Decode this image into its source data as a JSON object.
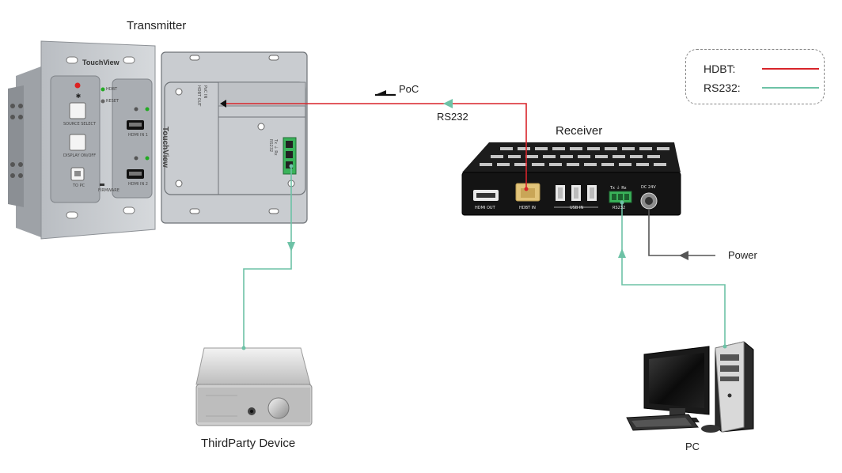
{
  "labels": {
    "transmitter": "Transmitter",
    "receiver": "Receiver",
    "third_party": "ThirdParty Device",
    "pc": "PC",
    "poc": "PoC",
    "rs232_link": "RS232",
    "power": "Power"
  },
  "legend": {
    "hdbt_label": "HDBT:",
    "rs232_label": "RS232:"
  },
  "colors": {
    "hdbt": "#d8242a",
    "rs232": "#6dc2a6",
    "power": "#555555"
  },
  "transmitter_front": {
    "brand": "TouchView",
    "source_select": "SOURCE SELECT",
    "display_onoff": "DISPLAY ON/OFF",
    "to_pc": "TO PC",
    "hdmi_in_1": "HDMI IN 1",
    "hdmi_in_2": "HDMI IN 2",
    "hdbt_led": "HDBT",
    "reset": "RESET",
    "firmware": "FIRMWARE"
  },
  "transmitter_back": {
    "brand": "TouchView",
    "hdbt_out": "HDBT OUT",
    "poc_in": "PoC IN",
    "rs232_terms": "Tx ⏚ Rx",
    "rs232_label": "RS232"
  },
  "receiver_panel": {
    "hdmi_out": "HDMI OUT",
    "hdbt_in": "HDBT IN",
    "usb_in": "USB IN",
    "rs232": "RS232",
    "terminals": "Tx ⏚ Rx",
    "dc": "DC 24V"
  }
}
